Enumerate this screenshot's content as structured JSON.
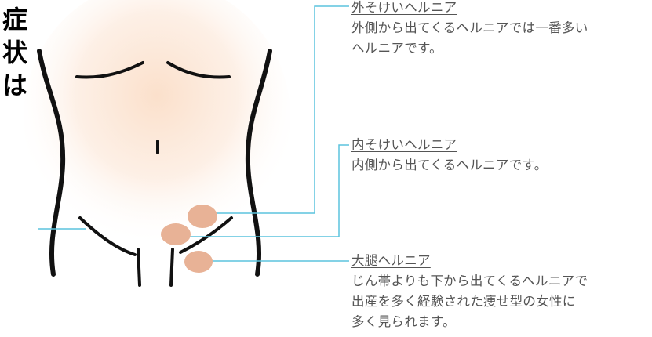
{
  "side_title": [
    "症",
    "状",
    "は"
  ],
  "labels": {
    "external": {
      "title": "外そけいヘルニア",
      "description": "外側から出てくるヘルニアでは一番多い\nヘルニアです。"
    },
    "internal": {
      "title": "内そけいヘルニア",
      "description": "内側から出てくるヘルニアです。"
    },
    "femoral": {
      "title": "大腿ヘルニア",
      "description": "じん帯よりも下から出てくるヘルニアで\n出産を多く経験された痩せ型の女性に\n多く見られます。"
    }
  },
  "colors": {
    "outline": "#111111",
    "skin_glow": "#fbe3d0",
    "hernia": "#e8b296",
    "leader_line": "#5bc4dd",
    "text": "#555555"
  }
}
